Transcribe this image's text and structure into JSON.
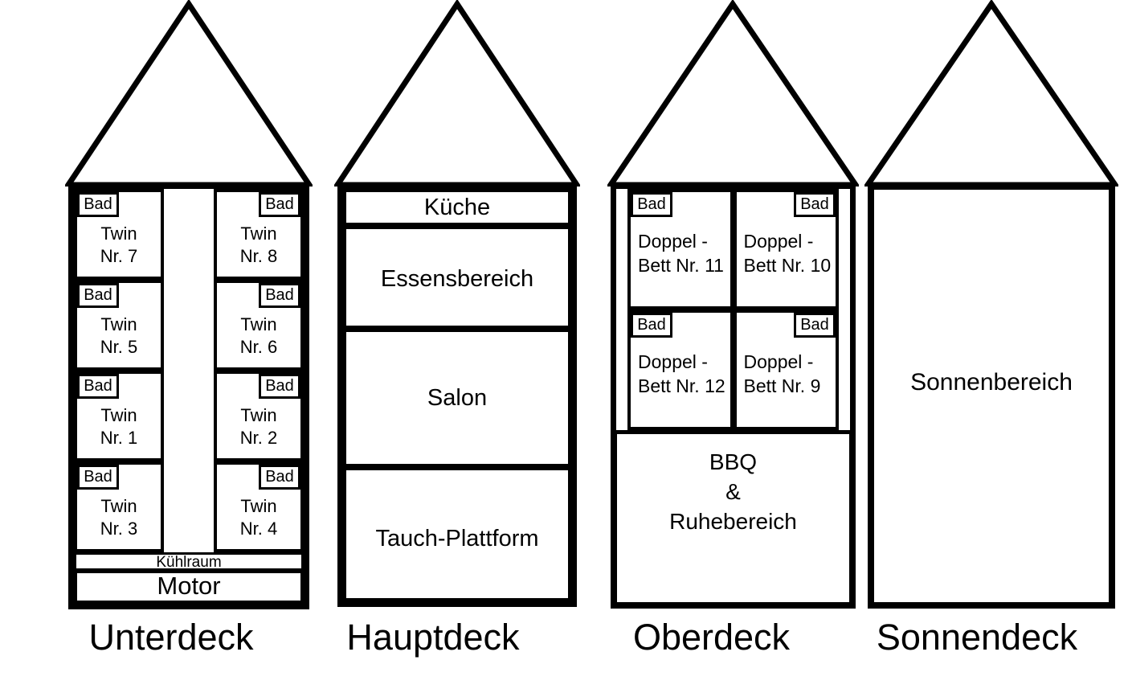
{
  "colors": {
    "ink": "#000000",
    "paper": "#ffffff"
  },
  "decks": [
    {
      "name": "Unterdeck",
      "left_cabins": [
        {
          "bath": "Bad",
          "line1": "Twin",
          "line2": "Nr. 7"
        },
        {
          "bath": "Bad",
          "line1": "Twin",
          "line2": "Nr. 5"
        },
        {
          "bath": "Bad",
          "line1": "Twin",
          "line2": "Nr. 1"
        },
        {
          "bath": "Bad",
          "line1": "Twin",
          "line2": "Nr. 3"
        }
      ],
      "right_cabins": [
        {
          "bath": "Bad",
          "line1": "Twin",
          "line2": "Nr. 8"
        },
        {
          "bath": "Bad",
          "line1": "Twin",
          "line2": "Nr. 6"
        },
        {
          "bath": "Bad",
          "line1": "Twin",
          "line2": "Nr. 2"
        },
        {
          "bath": "Bad",
          "line1": "Twin",
          "line2": "Nr. 4"
        }
      ],
      "kuehlraum": "Kühlraum",
      "motor": "Motor"
    },
    {
      "name": "Hauptdeck",
      "rooms": [
        {
          "label": "Küche"
        },
        {
          "label": "Essensbereich"
        },
        {
          "label": "Salon"
        },
        {
          "label": "Tauch-Plattform"
        }
      ]
    },
    {
      "name": "Oberdeck",
      "cabins": [
        {
          "bath": "Bad",
          "line1": "Doppel -",
          "line2": "Bett Nr. 11"
        },
        {
          "bath": "Bad",
          "line1": "Doppel -",
          "line2": "Bett Nr. 10"
        },
        {
          "bath": "Bad",
          "line1": "Doppel -",
          "line2": "Bett Nr. 12"
        },
        {
          "bath": "Bad",
          "line1": "Doppel -",
          "line2": "Bett Nr. 9"
        }
      ],
      "lounge": {
        "line1": "BBQ",
        "line2": "&",
        "line3": "Ruhebereich"
      }
    },
    {
      "name": "Sonnendeck",
      "area": "Sonnenbereich"
    }
  ]
}
